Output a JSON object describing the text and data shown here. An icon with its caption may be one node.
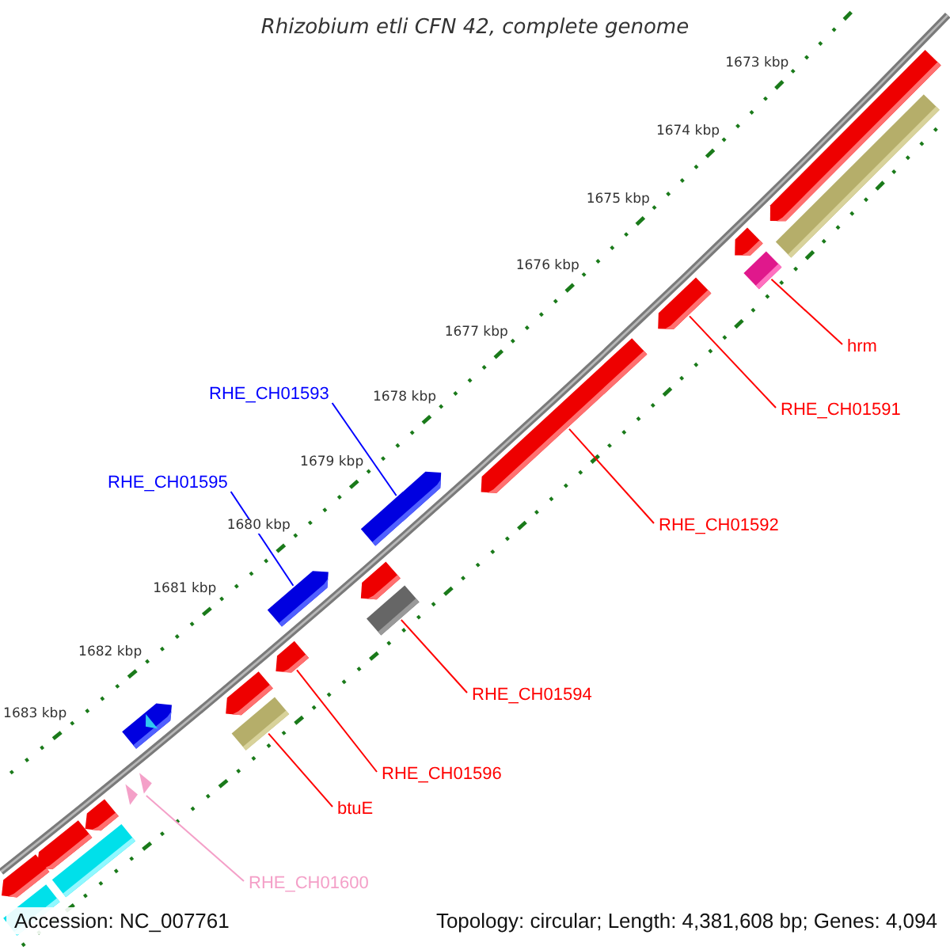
{
  "diagram": {
    "title": "Rhizobium etli CFN 42, complete genome",
    "nodes": [
      {
        "text": [
          "RHE_CH01593"
        ]
      },
      {
        "text": [
          "RHE_CH01595"
        ]
      },
      {
        "text": [
          "hrm"
        ]
      },
      {
        "text": [
          "RHE_CH01591"
        ]
      },
      {
        "text": [
          "RHE_CH01592"
        ]
      },
      {
        "text": [
          "RHE_CH01594"
        ]
      },
      {
        "text": [
          "RHE_CH01596"
        ]
      },
      {
        "text": [
          "btuE"
        ]
      },
      {
        "text": [
          "RHE_CH01600"
        ]
      },
      {
        "text": [],
        "shape": "bar"
      },
      {
        "text": [],
        "shape": "bar"
      },
      {
        "text": [],
        "shape": "bar"
      },
      {
        "text": [],
        "shape": "bar"
      },
      {
        "text": [],
        "shape": "bar"
      },
      {
        "text": [],
        "shape": "bar"
      },
      {
        "text": [],
        "shape": "bar"
      },
      {
        "text": [],
        "shape": "bar"
      },
      {
        "text": [],
        "shape": "triangle"
      },
      {
        "text": [],
        "shape": "bar"
      },
      {
        "text": [],
        "shape": "bar"
      },
      {
        "text": [],
        "shape": "bar"
      },
      {
        "text": [],
        "shape": "bar"
      },
      {
        "text": [],
        "shape": "bar"
      },
      {
        "text": [],
        "shape": "bar"
      },
      {
        "text": [],
        "shape": "bar"
      },
      {
        "text": [],
        "shape": "bar"
      },
      {
        "text": [],
        "shape": "bar"
      },
      {
        "text": [],
        "shape": "bar"
      },
      {
        "text": [],
        "shape": "bar"
      }
    ],
    "edges": [
      {
        "from": 0,
        "to": 9,
        "arrow": "none",
        "color": "#0000ff"
      },
      {
        "from": 1,
        "to": 10,
        "arrow": "none",
        "color": "#0000ff"
      },
      {
        "from": 2,
        "to": 11,
        "arrow": "none"
      },
      {
        "from": 3,
        "to": 12,
        "arrow": "none"
      },
      {
        "from": 4,
        "to": 13,
        "arrow": "none"
      },
      {
        "from": 5,
        "to": 14,
        "arrow": "none"
      },
      {
        "from": 6,
        "to": 15,
        "arrow": "none"
      },
      {
        "from": 7,
        "to": 16,
        "arrow": "none"
      },
      {
        "from": 8,
        "to": 17,
        "arrow": "none",
        "color": "#f4a0c8"
      }
    ],
    "labels": [
      "1673 kbp",
      "1674 kbp",
      "1675 kbp",
      "1676 kbp",
      "1677 kbp",
      "1678 kbp",
      "1679 kbp",
      "1680 kbp",
      "1681 kbp",
      "1682 kbp",
      "1683 kbp",
      "Accession: NC_007761",
      "Topology: circular; Length: 4,381,608 bp; Genes: 4,094"
    ]
  }
}
